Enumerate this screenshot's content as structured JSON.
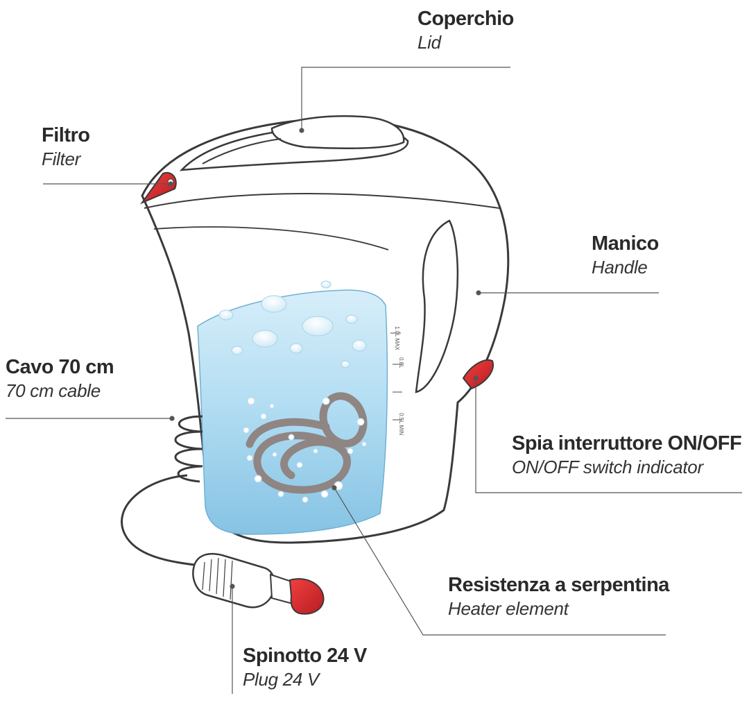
{
  "labels": {
    "lid": {
      "it": "Coperchio",
      "en": "Lid"
    },
    "filter": {
      "it": "Filtro",
      "en": "Filter"
    },
    "handle": {
      "it": "Manico",
      "en": "Handle"
    },
    "cable": {
      "it": "Cavo 70 cm",
      "en": "70 cm cable"
    },
    "switch": {
      "it": "Spia interruttore ON/OFF",
      "en": "ON/OFF switch indicator"
    },
    "heater": {
      "it": "Resistenza a serpentina",
      "en": "Heater element"
    },
    "plug": {
      "it": "Spinotto 24 V",
      "en": "Plug 24 V"
    }
  },
  "scale_marks": [
    "1.0L MAX",
    "0.8L",
    "0.5L MIN"
  ],
  "colors": {
    "outline": "#3a3a3a",
    "water_top": "#d7eef9",
    "water_bottom": "#8cc7e6",
    "accent_red": "#d9262b",
    "coil": "#8f8583",
    "leader": "#555555"
  }
}
